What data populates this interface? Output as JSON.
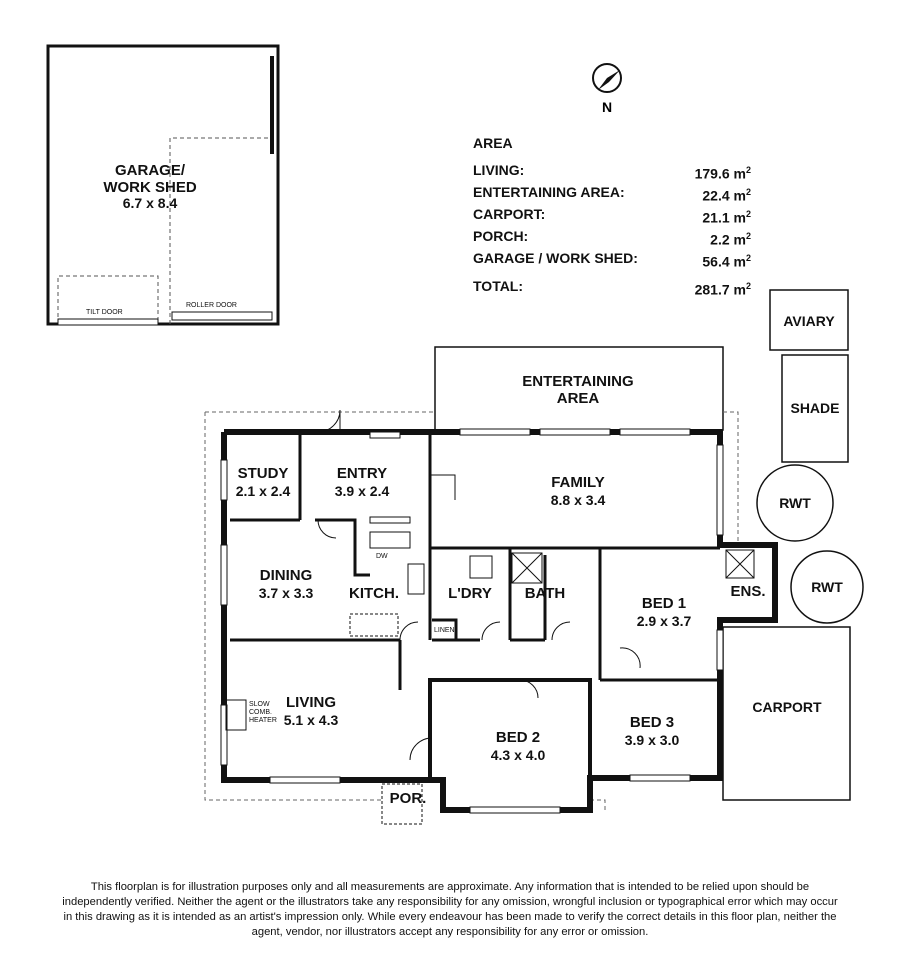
{
  "compass": {
    "label": "N"
  },
  "area_table": {
    "title": "AREA",
    "unit": "m",
    "unit_power": "2",
    "rows": [
      {
        "label": "LIVING:",
        "value": "179.6"
      },
      {
        "label": "ENTERTAINING AREA:",
        "value": "22.4"
      },
      {
        "label": "CARPORT:",
        "value": "21.1"
      },
      {
        "label": "PORCH:",
        "value": "2.2"
      },
      {
        "label": "GARAGE / WORK SHED:",
        "value": "56.4"
      }
    ],
    "total": {
      "label": "TOTAL:",
      "value": "281.7"
    }
  },
  "rooms": {
    "garage": {
      "name1": "GARAGE/",
      "name2": "WORK SHED",
      "dims": "6.7 x 8.4",
      "tilt_door": "TILT DOOR",
      "roller_door": "ROLLER DOOR"
    },
    "entertaining": {
      "name1": "ENTERTAINING",
      "name2": "AREA"
    },
    "aviary": {
      "name": "AVIARY"
    },
    "shade": {
      "name": "SHADE"
    },
    "rwt1": {
      "name": "RWT"
    },
    "rwt2": {
      "name": "RWT"
    },
    "carport": {
      "name": "CARPORT"
    },
    "study": {
      "name": "STUDY",
      "dims": "2.1 x 2.4"
    },
    "entry": {
      "name": "ENTRY",
      "dims": "3.9 x 2.4"
    },
    "family": {
      "name": "FAMILY",
      "dims": "8.8 x 3.4"
    },
    "dining": {
      "name": "DINING",
      "dims": "3.7 x 3.3"
    },
    "kitchen": {
      "name": "KITCH.",
      "dw": "DW"
    },
    "laundry": {
      "name": "L'DRY",
      "linen": "LINEN"
    },
    "bath": {
      "name": "BATH"
    },
    "ensuite": {
      "name": "ENS."
    },
    "bed1": {
      "name": "BED 1",
      "dims": "2.9 x 3.7"
    },
    "living": {
      "name": "LIVING",
      "dims": "5.1 x 4.3",
      "heater1": "SLOW",
      "heater2": "COMB.",
      "heater3": "HEATER"
    },
    "bed2": {
      "name": "BED 2",
      "dims": "4.3 x 4.0"
    },
    "bed3": {
      "name": "BED 3",
      "dims": "3.9 x 3.0"
    },
    "porch": {
      "name": "POR."
    }
  },
  "disclaimer": "This floorplan is for illustration purposes only and all measurements are approximate. Any information that is intended to be relied upon should be independently verified. Neither the agent or the illustrators take any responsibility for any omission, wrongful inclusion or typographical error which may occur in this drawing as it is intended as an artist's impression only. While every endeavour has been made to verify the correct details in this floor plan, neither the agent, vendor, nor illustrators accept any responsibility for any error or omission."
}
